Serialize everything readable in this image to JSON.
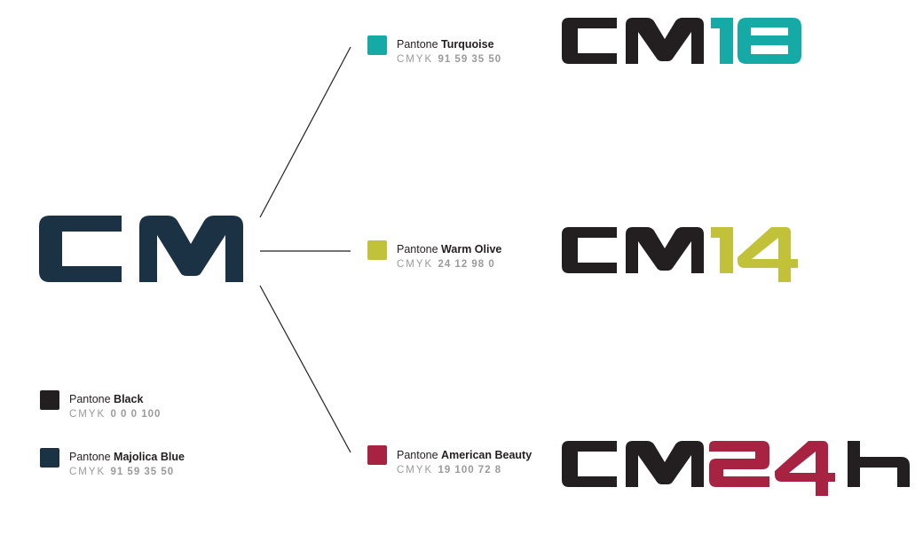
{
  "main_logo": {
    "text": "CM",
    "color": "#1b3144"
  },
  "variants": [
    {
      "id": "turquoise",
      "pantone_prefix": "Pantone ",
      "pantone_name": "Turquoise",
      "cmyk_label": "CMYK",
      "cmyk_values": "91 59 35 50",
      "swatch_color": "#15aaa6",
      "logo_prefix": "CM",
      "logo_number": "18",
      "prefix_color": "#231f20"
    },
    {
      "id": "warm-olive",
      "pantone_prefix": "Pantone ",
      "pantone_name": "Warm Olive",
      "cmyk_label": "CMYK",
      "cmyk_values": "24 12 98 0",
      "swatch_color": "#c2c23a",
      "logo_prefix": "CM",
      "logo_number": "14",
      "prefix_color": "#231f20"
    },
    {
      "id": "american-beauty",
      "pantone_prefix": "Pantone ",
      "pantone_name": "American Beauty",
      "cmyk_label": "CMYK",
      "cmyk_values": "19 100 72 8",
      "swatch_color": "#a82341",
      "logo_prefix": "CM",
      "logo_number": "24",
      "logo_suffix": "h",
      "prefix_color": "#231f20"
    }
  ],
  "base_colors": [
    {
      "id": "black",
      "pantone_prefix": "Pantone ",
      "pantone_name": "Black",
      "cmyk_label": "CMYK",
      "cmyk_values": "0 0 0 100",
      "swatch_color": "#231f20"
    },
    {
      "id": "majolica-blue",
      "pantone_prefix": "Pantone ",
      "pantone_name": "Majolica Blue",
      "cmyk_label": "CMYK",
      "cmyk_values": "91 59 35 50",
      "swatch_color": "#1b3144"
    }
  ],
  "connector_color": "#231f20"
}
